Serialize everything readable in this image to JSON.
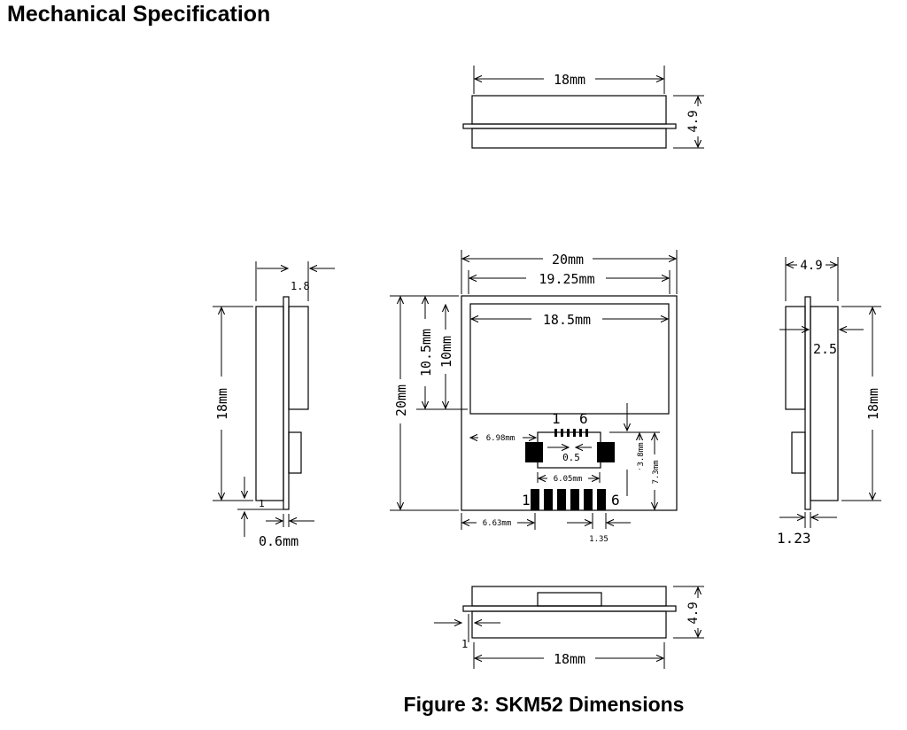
{
  "page": {
    "title": "Mechanical Specification",
    "caption": "Figure 3: SKM52 Dimensions"
  },
  "diagram": {
    "top_view": {
      "width": "18mm",
      "height": "4.9"
    },
    "left_view": {
      "thickness": "1.8",
      "height": "18mm",
      "pcb": "0.6mm",
      "pin_mark": "1"
    },
    "front_view": {
      "width_total": "20mm",
      "width_inner": "19.25mm",
      "antenna_width": "18.5mm",
      "height_total": "20mm",
      "antenna_height": "10.5mm",
      "antenna_inner": "10mm",
      "small_pin_first": "1",
      "small_pin_last": "6",
      "offset_x": "6.98mm",
      "pitch": "0.5",
      "pad_spacing": "6.05mm",
      "dim_y1": "3.8mm",
      "dim_y2": "7.3mm",
      "big_pin_first": "1",
      "big_pin_last": "6",
      "offset_x2": "6.63mm",
      "big_pitch": "1.35"
    },
    "right_view": {
      "thickness": "4.9",
      "height": "18mm",
      "gap": "2.5",
      "pcb": "1.23"
    },
    "bottom_view": {
      "width": "18mm",
      "height": "4.9",
      "pin_mark": "1"
    }
  }
}
